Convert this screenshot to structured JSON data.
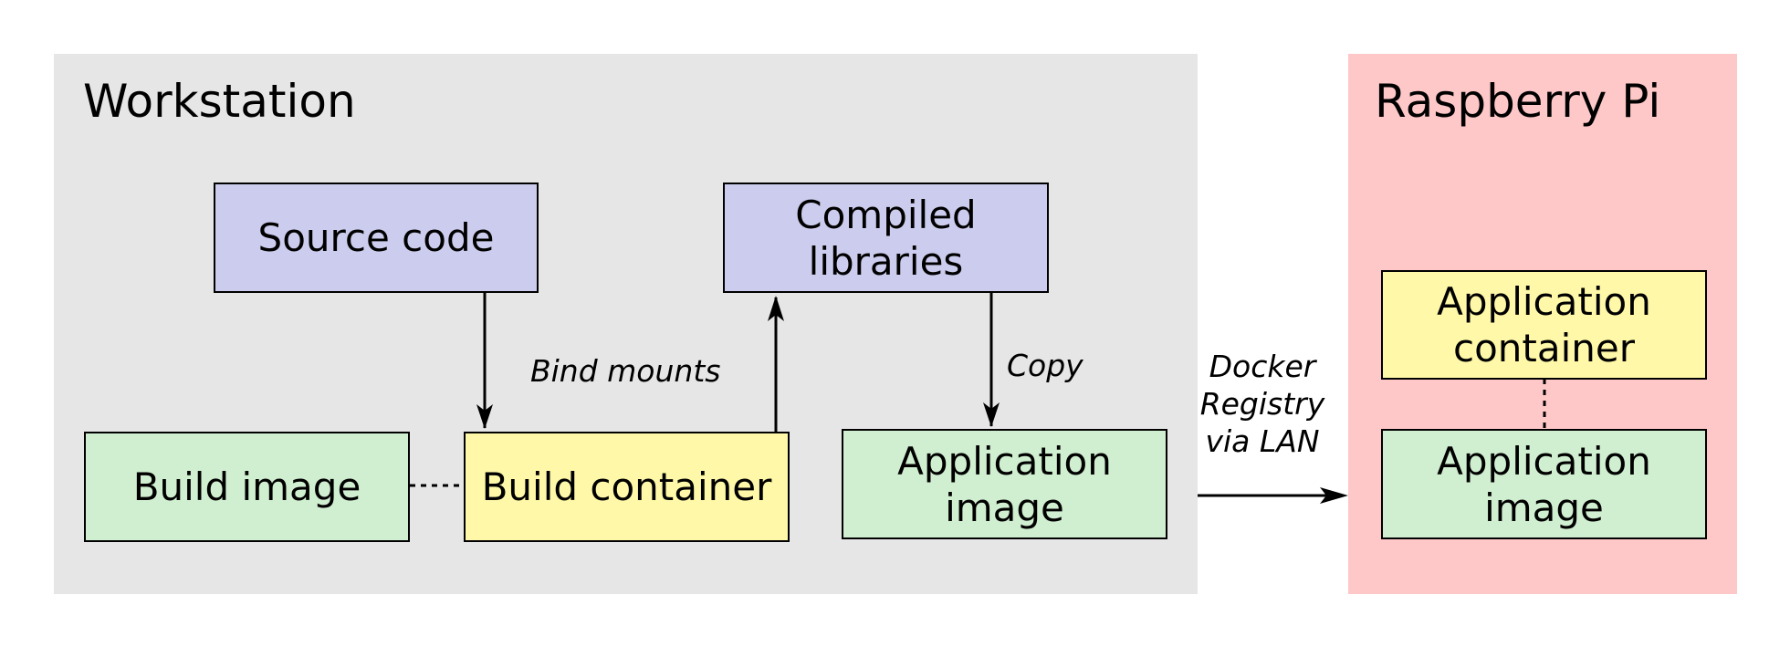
{
  "workstation": {
    "title": "Workstation",
    "source_code": [
      "Source code"
    ],
    "compiled_libraries": [
      "Compiled",
      "libraries"
    ],
    "build_image": [
      "Build image"
    ],
    "build_container": [
      "Build container"
    ],
    "application_image": [
      "Application",
      "image"
    ]
  },
  "raspberry_pi": {
    "title": "Raspberry Pi",
    "application_container": [
      "Application",
      "container"
    ],
    "application_image": [
      "Application",
      "image"
    ]
  },
  "edges": {
    "bind_mounts": "Bind mounts",
    "copy": "Copy",
    "registry": [
      "Docker",
      "Registry",
      "via LAN"
    ]
  },
  "colors": {
    "workstation_bg": "#e6e6e6",
    "raspberry_bg": "#ffc8c8",
    "source_fill": "#ccccee",
    "image_fill": "#d0efd0",
    "container_fill": "#fff8a8",
    "stroke": "#000000"
  }
}
